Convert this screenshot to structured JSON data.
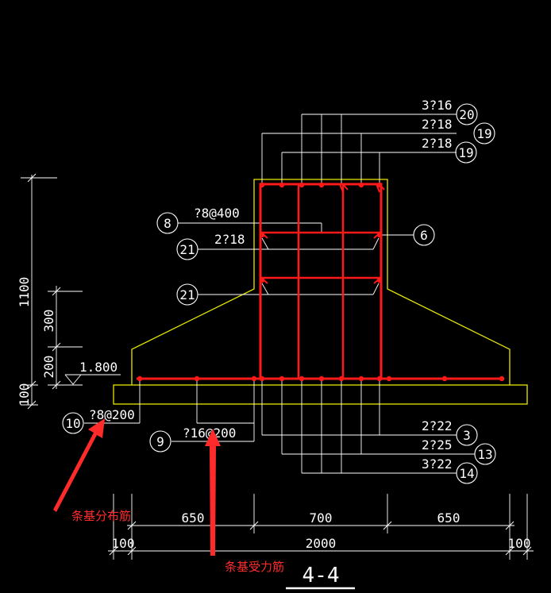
{
  "colors": {
    "background": "#000000",
    "concrete_outline": "#e6e600",
    "rebar": "#ff1a1a",
    "linework": "#ffffff",
    "annotation": "#ff2b2b"
  },
  "section_title": "4-4",
  "top_callouts": [
    {
      "spec": "3?16",
      "tag": "20"
    },
    {
      "spec": "2?18",
      "tag": "19"
    },
    {
      "spec": "2?18",
      "tag": "19"
    }
  ],
  "stirrup_callout": {
    "spec": "?8@400",
    "tag": "8"
  },
  "waist_callout_upper": {
    "spec": "2?18",
    "tag": "21"
  },
  "waist_callout_lower": {
    "tag": "21"
  },
  "right_callout": {
    "tag": "6"
  },
  "bottom_callouts": [
    {
      "spec": "2?22",
      "tag": "3"
    },
    {
      "spec": "2?25",
      "tag": "13"
    },
    {
      "spec": "3?22",
      "tag": "14"
    }
  ],
  "distribution_bar": {
    "spec": "?8@200",
    "tag": "10",
    "note": "条基分布筋"
  },
  "main_bar": {
    "spec": "?16@200",
    "tag": "9",
    "note": "条基受力筋"
  },
  "elevation": "1.800",
  "vertical_dims": [
    "1100",
    "300",
    "200",
    "100"
  ],
  "horizontal_dims": {
    "segments": [
      "650",
      "700",
      "650"
    ],
    "total": "2000",
    "left_overhang": "100",
    "right_overhang": "100"
  }
}
